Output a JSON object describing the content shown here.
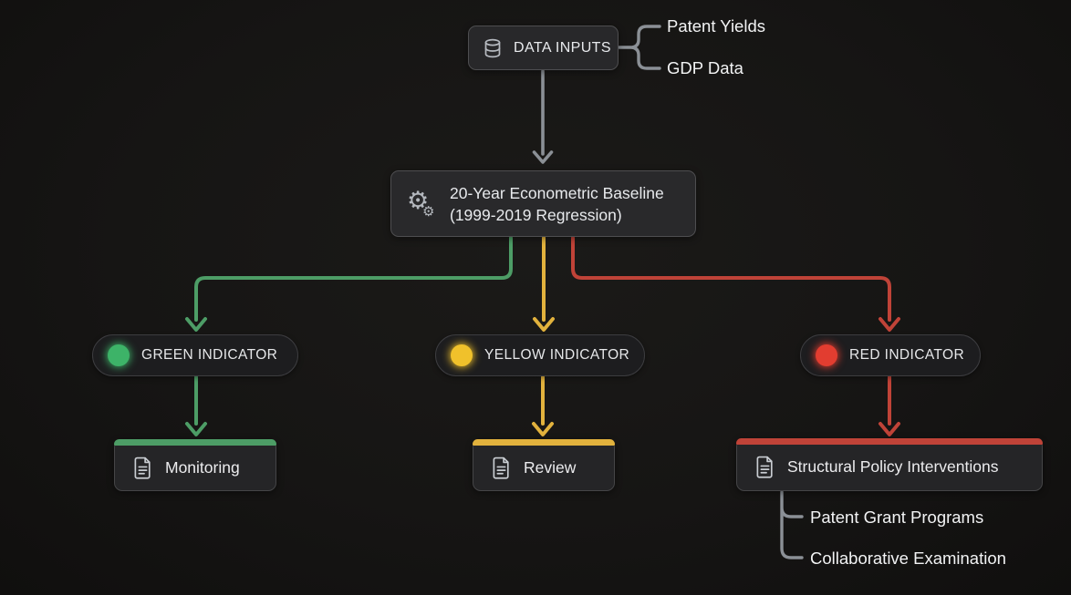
{
  "diagram_title": "Econometric indicator flowchart",
  "colors": {
    "green": "#4d9d66",
    "green_dot": "#3db368",
    "yellow": "#e2b23d",
    "yellow_dot": "#f0c12b",
    "red": "#c04338",
    "red_dot": "#e23d30",
    "gray_line": "#8b9096"
  },
  "icons": {
    "data_inputs": "database-icon",
    "baseline": "gears-icon",
    "outcome": "document-icon"
  },
  "nodes": {
    "data_inputs": {
      "label": "DATA INPUTS"
    },
    "baseline": {
      "line1": "20-Year Econometric Baseline",
      "line2": "(1999-2019 Regression)"
    },
    "green_indicator": {
      "label": "GREEN INDICATOR"
    },
    "yellow_indicator": {
      "label": "YELLOW INDICATOR"
    },
    "red_indicator": {
      "label": "RED INDICATOR"
    },
    "monitoring": {
      "label": "Monitoring"
    },
    "review": {
      "label": "Review"
    },
    "interventions": {
      "label": "Structural Policy Interventions"
    }
  },
  "annotations": {
    "input_sources": [
      "Patent Yields",
      "GDP Data"
    ],
    "intervention_programs": [
      "Patent Grant Programs",
      "Collaborative Examination"
    ]
  }
}
